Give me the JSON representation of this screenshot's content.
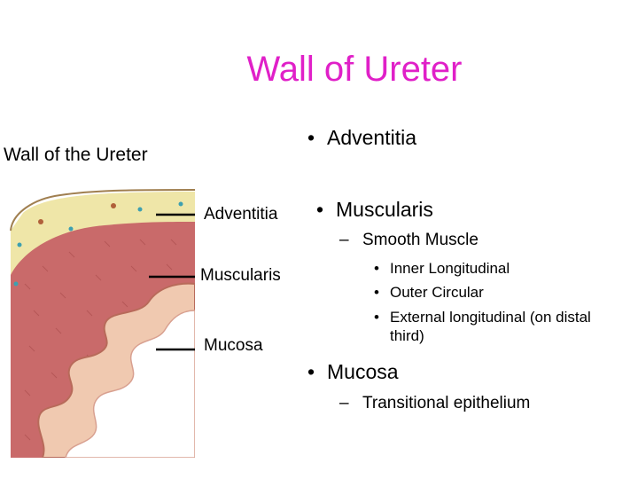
{
  "slide": {
    "title": "Wall of Ureter",
    "title_color": "#e020c8"
  },
  "figure": {
    "title": "Wall of the Ureter",
    "labels": {
      "adventitia": "Adventitia",
      "muscularis": "Muscularis",
      "mucosa": "Mucosa"
    },
    "colors": {
      "adventitia": "#efe6a8",
      "muscularis": "#c96a6a",
      "mucosa": "#f0c9b0"
    }
  },
  "bullets": {
    "adventitia": "Adventitia",
    "muscularis": "Muscularis",
    "smooth_muscle": "Smooth Muscle",
    "inner_longitudinal": "Inner Longitudinal",
    "outer_circular": "Outer Circular",
    "external_line1": "External longitudinal (on distal",
    "external_line2": "third)",
    "mucosa": "Mucosa",
    "transitional": "Transitional epithelium"
  }
}
